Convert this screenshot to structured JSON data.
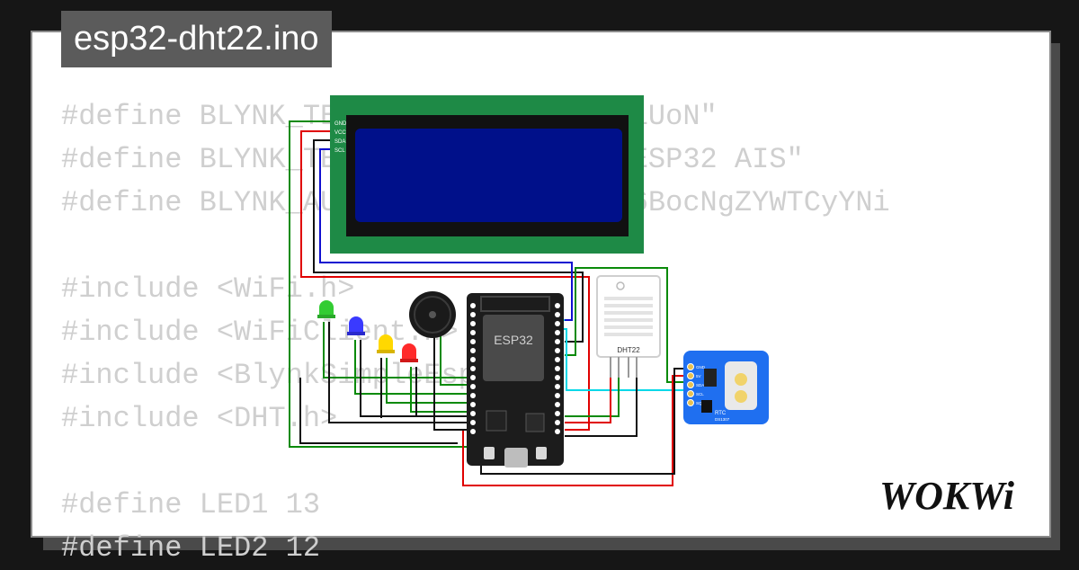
{
  "title": "esp32-dht22.ino",
  "code_lines": [
    "#define BLYNK_TEMPLATE_ID \"TMPL6giUoN\"",
    "#define BLYNK_TEMPLATE_NAME \"IoT ESP32 AIS\"",
    "#define BLYNK_AUTH_TOKEN \"nuB-HCF6BocNgZYWTCyYNi",
    "",
    "#include <WiFi.h>",
    "#include <WiFiClient.h>",
    "#include <BlynkSimpleEsp32.h>",
    "#include <DHT.h>",
    "",
    "#define LED1 13",
    "#define LED2 12"
  ],
  "lcd": {
    "pins": [
      "GND",
      "VCC",
      "SDA",
      "SCL"
    ]
  },
  "esp32": {
    "label": "ESP32"
  },
  "dht": {
    "label": "DHT22"
  },
  "rtc": {
    "label": "RTC",
    "chip": "DS1307",
    "pins": [
      "GND",
      "5V",
      "SDA",
      "SCL",
      "SQW"
    ]
  },
  "leds": [
    {
      "color": "green",
      "hex": "#33cc33"
    },
    {
      "color": "blue",
      "hex": "#3a3aff"
    },
    {
      "color": "yellow",
      "hex": "#ffd800"
    },
    {
      "color": "red",
      "hex": "#ff2a2a"
    }
  ],
  "brand": {
    "logo": "WOKWi"
  },
  "colors": {
    "lcd_board": "#1e8a46",
    "lcd_screen": "#00108a",
    "rtc_board": "#1f6ff0",
    "wire_green": "#0a8a0a",
    "wire_red": "#e00000",
    "wire_blue": "#1010d0",
    "wire_black": "#111111",
    "wire_cyan": "#00d8e8"
  }
}
